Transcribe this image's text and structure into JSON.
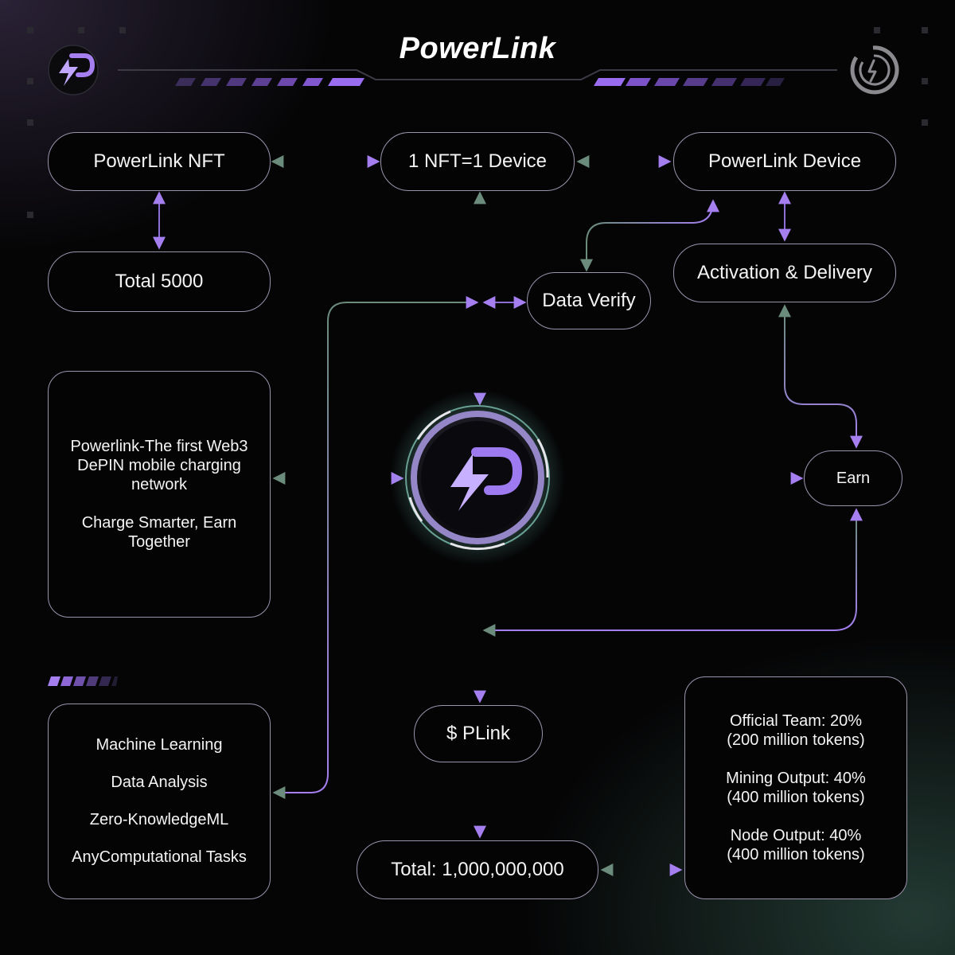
{
  "header": {
    "title": "PowerLink"
  },
  "nodes": {
    "nft": "PowerLink NFT",
    "one_nft": "1 NFT=1 Device",
    "device": "PowerLink Device",
    "total_nft": "Total 5000",
    "data_verify": "Data Verify",
    "activation": "Activation & Delivery",
    "earn": "Earn",
    "plink": "$ PLink",
    "total_supply": "Total: 1,000,000,000"
  },
  "about": {
    "line1": "Powerlink-The first Web3",
    "line2": "DePIN mobile charging",
    "line3": "network",
    "line4": "Charge Smarter, Earn",
    "line5": "Together"
  },
  "tasks": [
    "Machine Learning",
    "Data Analysis",
    "Zero-KnowledgeML",
    "AnyComputational Tasks"
  ],
  "allocation": {
    "team": "Official Team: 20%",
    "team_tokens": "(200 million tokens)",
    "mining": "Mining Output: 40%",
    "mining_tokens": "(400 million tokens)",
    "node": "Node Output: 40%",
    "node_tokens": "(400 million tokens)"
  },
  "colors": {
    "purple": "#a57ff0",
    "green": "#6b8c7c",
    "border": "#9c93ad"
  }
}
